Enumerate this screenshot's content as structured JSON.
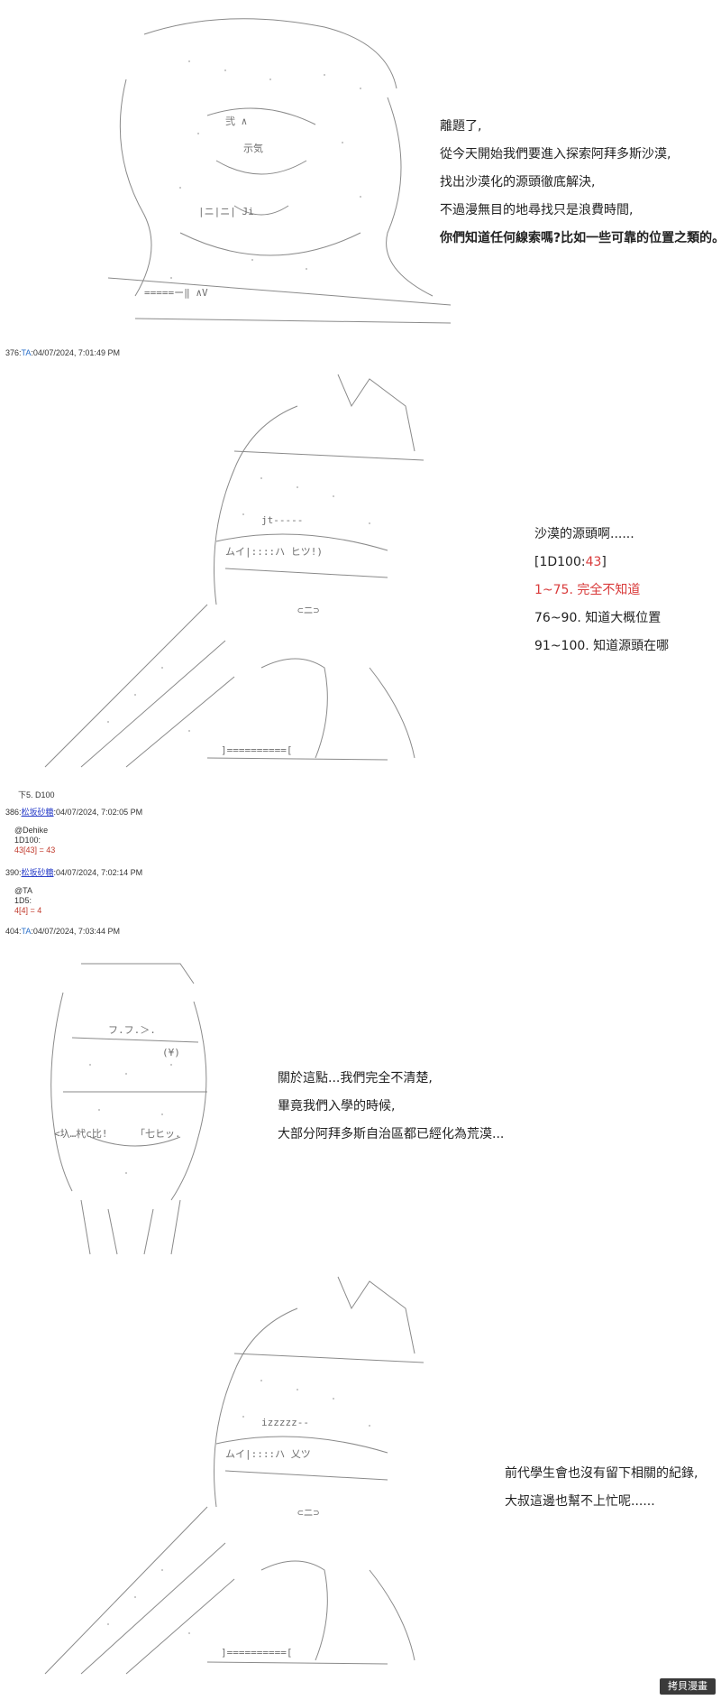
{
  "panel1": {
    "lines": [
      "離題了,",
      "從今天開始我們要進入探索阿拜多斯沙漠,",
      "找出沙漠化的源頭徹底解決,",
      "不過漫無目的地尋找只是浪費時間,",
      "你們知道任何線索嗎?比如一些可靠的位置之類的。"
    ]
  },
  "post376": {
    "number": "376:",
    "author": "TA",
    "timestamp": ":04/07/2024, 7:01:49 PM"
  },
  "panel2": {
    "line1": "沙漠的源頭啊......",
    "roll_prefix": "[1D100:",
    "roll_value": "43",
    "roll_suffix": "]",
    "opt1": "1~75. 完全不知道",
    "opt2": "76~90. 知道大概位置",
    "opt3": "91~100. 知道源頭在哪"
  },
  "note_below": "下5. D100",
  "post386": {
    "number": "386:",
    "author": "松坂砂糖",
    "timestamp": ":04/07/2024, 7:02:05 PM",
    "mention": "@Dehike",
    "dice": "1D100:",
    "result_red": "43[43]",
    "result_rest": " = 43"
  },
  "post390": {
    "number": "390:",
    "author": "松坂砂糖",
    "timestamp": ":04/07/2024, 7:02:14 PM",
    "mention": "@TA",
    "dice": "1D5:",
    "result_red": "4[4]",
    "result_rest": " = 4"
  },
  "post404": {
    "number": "404:",
    "author": "TA",
    "timestamp": ":04/07/2024, 7:03:44 PM"
  },
  "panel3": {
    "lines": [
      "關於這點...我們完全不清楚,",
      "畢竟我們入學的時候,",
      "大部分阿拜多斯自治區都已經化為荒漠..."
    ]
  },
  "panel4": {
    "lines": [
      "前代學生會也沒有留下相關的紀錄,",
      "大叔這邊也幫不上忙呢......"
    ]
  },
  "watermark": "拷貝漫畫"
}
